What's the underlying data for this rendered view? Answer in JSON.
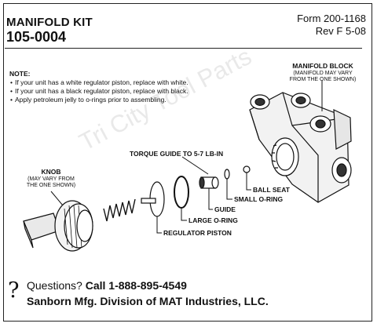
{
  "header": {
    "title": "MANIFOLD KIT",
    "part_number": "105-0004",
    "form": "Form 200-1168",
    "revision": "Rev F  5-08"
  },
  "notes": {
    "heading": "NOTE:",
    "items": [
      "If your unit has a white regulator piston, replace with white.",
      "If your unit has a black regulator piston, replace with black.",
      "Apply petroleum jelly to o-rings prior to assembling."
    ]
  },
  "labels": {
    "manifold_block": "MANIFOLD BLOCK",
    "manifold_note_1": "(MANIFOLD MAY VARY",
    "manifold_note_2": "FROM THE ONE SHOWN)",
    "torque_guide": "TORQUE GUIDE TO 5-7 LB-IN",
    "knob": "KNOB",
    "knob_note_1": "(MAY VARY FROM",
    "knob_note_2": "THE ONE SHOWN)",
    "ball_seat": "BALL SEAT",
    "small_oring": "SMALL O-RING",
    "guide": "GUIDE",
    "large_oring": "LARGE O-RING",
    "regulator_piston": "REGULATOR PISTON"
  },
  "watermark": "Tri City Tool Parts",
  "footer": {
    "question_glyph": "?",
    "questions": "Questions?",
    "call": "Call 1-888-895-4549",
    "company": "Sanborn Mfg. Division of MAT Industries, LLC."
  }
}
